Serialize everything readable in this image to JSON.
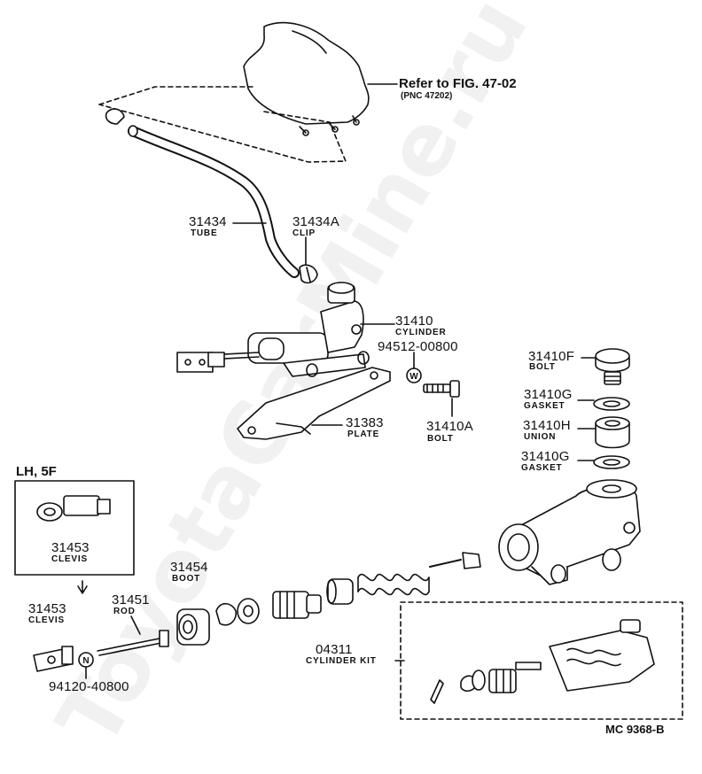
{
  "watermark": "ToyotaCarMine.ru",
  "reference": {
    "text": "Refer to FIG. 47-02",
    "pnc": "(PNC 47202)"
  },
  "parts": {
    "p31434": {
      "number": "31434",
      "name": "TUBE"
    },
    "p31434a": {
      "number": "31434A",
      "name": "CLIP"
    },
    "p31410": {
      "number": "31410",
      "name": "CYLINDER"
    },
    "p94512": {
      "number": "94512-00800"
    },
    "p31383": {
      "number": "31383",
      "name": "PLATE"
    },
    "p31410a": {
      "number": "31410A",
      "name": "BOLT"
    },
    "p31410f": {
      "number": "31410F",
      "name": "BOLT"
    },
    "p31410g_1": {
      "number": "31410G",
      "name": "GASKET"
    },
    "p31410h": {
      "number": "31410H",
      "name": "UNION"
    },
    "p31410g_2": {
      "number": "31410G",
      "name": "GASKET"
    },
    "p31453_inset": {
      "number": "31453",
      "name": "CLEVIS"
    },
    "p31454": {
      "number": "31454",
      "name": "BOOT"
    },
    "p31451": {
      "number": "31451",
      "name": "ROD"
    },
    "p31453": {
      "number": "31453",
      "name": "CLEVIS"
    },
    "p94120": {
      "number": "94120-40800"
    },
    "p04311": {
      "number": "04311",
      "name": "CYLINDER KIT"
    }
  },
  "inset": {
    "title": "LH, 5F"
  },
  "callouts": {
    "washer": "W",
    "nut": "N"
  },
  "figure_code": "MC 9368-B",
  "colors": {
    "ink": "#111111",
    "paper": "#ffffff",
    "watermark": "#e6e6e6"
  }
}
